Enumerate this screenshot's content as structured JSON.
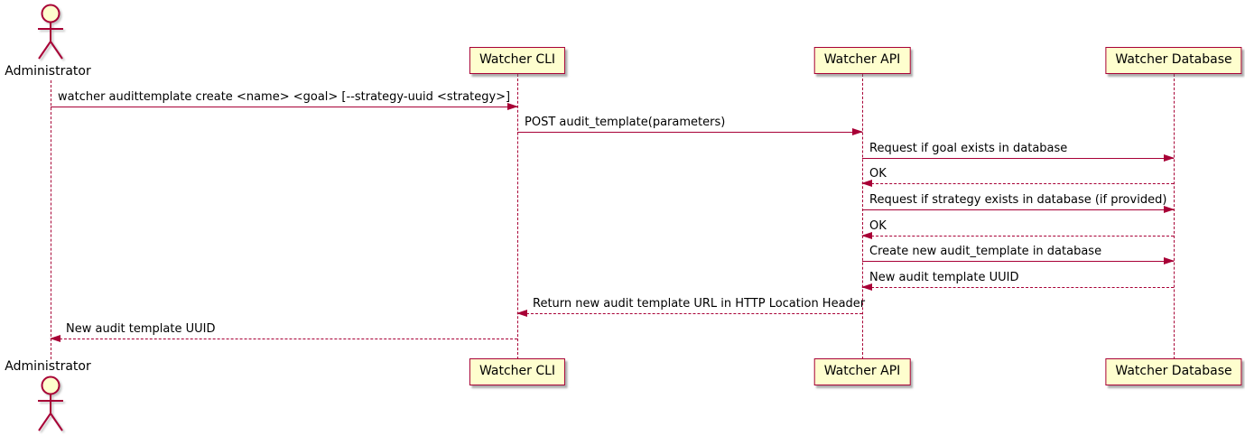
{
  "diagram": {
    "type": "sequence",
    "colors": {
      "participant_fill": "#FEFECE",
      "border": "#A80036",
      "arrow": "#A80036",
      "text": "#000000",
      "background": "#FFFFFF"
    },
    "actor": {
      "name": "Administrator"
    },
    "participants": [
      {
        "label": "Watcher CLI"
      },
      {
        "label": "Watcher API"
      },
      {
        "label": "Watcher Database"
      }
    ],
    "messages": [
      {
        "from": "Administrator",
        "to": "Watcher CLI",
        "style": "solid",
        "label": "watcher audittemplate create <name> <goal> [--strategy-uuid <strategy>]"
      },
      {
        "from": "Watcher CLI",
        "to": "Watcher API",
        "style": "solid",
        "label": "POST audit_template(parameters)"
      },
      {
        "from": "Watcher API",
        "to": "Watcher Database",
        "style": "solid",
        "label": "Request if goal exists in database"
      },
      {
        "from": "Watcher Database",
        "to": "Watcher API",
        "style": "dashed",
        "label": "OK"
      },
      {
        "from": "Watcher API",
        "to": "Watcher Database",
        "style": "solid",
        "label": "Request if strategy exists in database (if provided)"
      },
      {
        "from": "Watcher Database",
        "to": "Watcher API",
        "style": "dashed",
        "label": "OK"
      },
      {
        "from": "Watcher API",
        "to": "Watcher Database",
        "style": "solid",
        "label": "Create new audit_template in database"
      },
      {
        "from": "Watcher Database",
        "to": "Watcher API",
        "style": "dashed",
        "label": "New audit template UUID"
      },
      {
        "from": "Watcher API",
        "to": "Watcher CLI",
        "style": "dashed",
        "label": "Return new audit template URL in HTTP Location Header"
      },
      {
        "from": "Watcher CLI",
        "to": "Administrator",
        "style": "dashed",
        "label": "New audit template UUID"
      }
    ]
  }
}
